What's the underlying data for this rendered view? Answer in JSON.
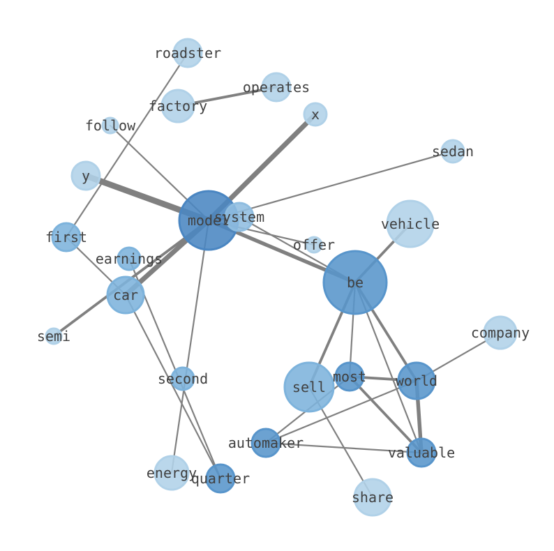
{
  "graph": {
    "nodes": [
      {
        "id": "model",
        "label": "model",
        "weight": 1.0,
        "color": "#4a86c2"
      },
      {
        "id": "be",
        "label": "be",
        "weight": 1.0,
        "color": "#5895cb"
      },
      {
        "id": "system",
        "label": "system",
        "weight": 0.3,
        "color": "#8fbde0"
      },
      {
        "id": "car",
        "label": "car",
        "weight": 0.5,
        "color": "#7db3dc"
      },
      {
        "id": "y",
        "label": "y",
        "weight": 0.3,
        "color": "#b0d1e8"
      },
      {
        "id": "x",
        "label": "x",
        "weight": 0.2,
        "color": "#b0d1e8"
      },
      {
        "id": "roadster",
        "label": "roadster",
        "weight": 0.25,
        "color": "#b0d1e8"
      },
      {
        "id": "operates",
        "label": "operates",
        "weight": 0.25,
        "color": "#b0d1e8"
      },
      {
        "id": "factory",
        "label": "factory",
        "weight": 0.3,
        "color": "#b0d1e8"
      },
      {
        "id": "follow",
        "label": "follow",
        "weight": 0.05,
        "color": "#b0d1e8"
      },
      {
        "id": "sedan",
        "label": "sedan",
        "weight": 0.2,
        "color": "#b0d1e8"
      },
      {
        "id": "first",
        "label": "first",
        "weight": 0.3,
        "color": "#7db3dc"
      },
      {
        "id": "offer",
        "label": "offer",
        "weight": 0.1,
        "color": "#b0d1e8"
      },
      {
        "id": "earnings",
        "label": "earnings",
        "weight": 0.2,
        "color": "#7db3dc"
      },
      {
        "id": "semi",
        "label": "semi",
        "weight": 0.1,
        "color": "#b0d1e8"
      },
      {
        "id": "vehicle",
        "label": "vehicle",
        "weight": 0.6,
        "color": "#b0d1e8"
      },
      {
        "id": "company",
        "label": "company",
        "weight": 0.35,
        "color": "#b0d1e8"
      },
      {
        "id": "second",
        "label": "second",
        "weight": 0.2,
        "color": "#7db3dc"
      },
      {
        "id": "most",
        "label": "most",
        "weight": 0.3,
        "color": "#5895cb"
      },
      {
        "id": "world",
        "label": "world",
        "weight": 0.45,
        "color": "#5895cb"
      },
      {
        "id": "sell",
        "label": "sell",
        "weight": 0.65,
        "color": "#7db3dc"
      },
      {
        "id": "automaker",
        "label": "automaker",
        "weight": 0.35,
        "color": "#5895cb"
      },
      {
        "id": "valuable",
        "label": "valuable",
        "weight": 0.35,
        "color": "#5895cb"
      },
      {
        "id": "energy",
        "label": "energy",
        "weight": 0.4,
        "color": "#b0d1e8"
      },
      {
        "id": "quarter",
        "label": "quarter",
        "weight": 0.35,
        "color": "#5895cb"
      },
      {
        "id": "share",
        "label": "share",
        "weight": 0.45,
        "color": "#b0d1e8"
      }
    ],
    "edges": [
      {
        "source": "model",
        "target": "y",
        "weight": 5
      },
      {
        "source": "model",
        "target": "x",
        "weight": 4
      },
      {
        "source": "model",
        "target": "car",
        "weight": 4
      },
      {
        "source": "model",
        "target": "be",
        "weight": 3
      },
      {
        "source": "model",
        "target": "sedan",
        "weight": 1
      },
      {
        "source": "model",
        "target": "offer",
        "weight": 1
      },
      {
        "source": "model",
        "target": "follow",
        "weight": 1
      },
      {
        "source": "model",
        "target": "energy",
        "weight": 1
      },
      {
        "source": "model",
        "target": "system",
        "weight": 1
      },
      {
        "source": "model",
        "target": "semi",
        "weight": 2
      },
      {
        "source": "factory",
        "target": "operates",
        "weight": 2
      },
      {
        "source": "roadster",
        "target": "first",
        "weight": 1
      },
      {
        "source": "first",
        "target": "car",
        "weight": 1
      },
      {
        "source": "system",
        "target": "be",
        "weight": 1
      },
      {
        "source": "earnings",
        "target": "quarter",
        "weight": 1
      },
      {
        "source": "car",
        "target": "quarter",
        "weight": 1
      },
      {
        "source": "be",
        "target": "vehicle",
        "weight": 2
      },
      {
        "source": "be",
        "target": "sell",
        "weight": 2
      },
      {
        "source": "be",
        "target": "most",
        "weight": 1
      },
      {
        "source": "be",
        "target": "world",
        "weight": 2
      },
      {
        "source": "be",
        "target": "valuable",
        "weight": 1
      },
      {
        "source": "most",
        "target": "world",
        "weight": 2
      },
      {
        "source": "most",
        "target": "valuable",
        "weight": 2
      },
      {
        "source": "most",
        "target": "automaker",
        "weight": 1
      },
      {
        "source": "world",
        "target": "company",
        "weight": 1
      },
      {
        "source": "world",
        "target": "valuable",
        "weight": 3
      },
      {
        "source": "world",
        "target": "automaker",
        "weight": 1
      },
      {
        "source": "automaker",
        "target": "valuable",
        "weight": 1
      },
      {
        "source": "sell",
        "target": "share",
        "weight": 1
      }
    ]
  }
}
